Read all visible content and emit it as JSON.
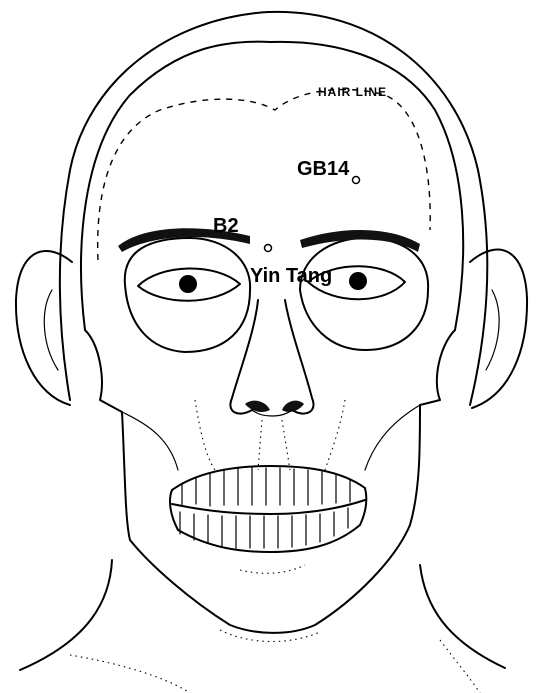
{
  "figure": {
    "hairline_label": "HAIR LINE",
    "points": [
      {
        "name": "GB14"
      },
      {
        "name": "B2"
      },
      {
        "name": "Yin Tang"
      }
    ]
  }
}
